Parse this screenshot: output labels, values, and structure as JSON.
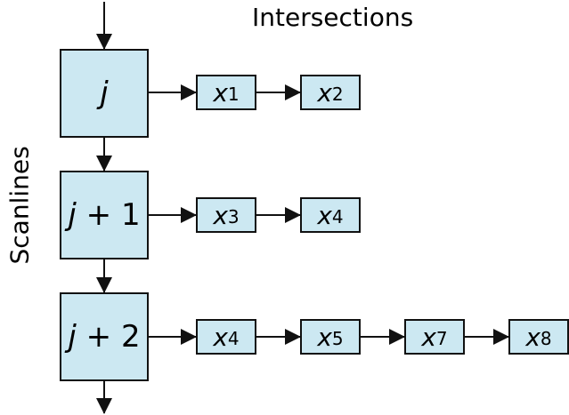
{
  "title": "Intersections",
  "ylabel": "Scanlines",
  "scanlines": [
    {
      "var": "j",
      "suffix": "",
      "nodes": [
        {
          "var": "x",
          "sub": "1"
        },
        {
          "var": "x",
          "sub": "2"
        }
      ]
    },
    {
      "var": "j",
      "suffix": " + 1",
      "nodes": [
        {
          "var": "x",
          "sub": "3"
        },
        {
          "var": "x",
          "sub": "4"
        }
      ]
    },
    {
      "var": "j",
      "suffix": " + 2",
      "nodes": [
        {
          "var": "x",
          "sub": "4"
        },
        {
          "var": "x",
          "sub": "5"
        },
        {
          "var": "x",
          "sub": "7"
        },
        {
          "var": "x",
          "sub": "8"
        }
      ]
    }
  ],
  "colors": {
    "box_fill": "#cce8f2",
    "stroke": "#111111"
  }
}
